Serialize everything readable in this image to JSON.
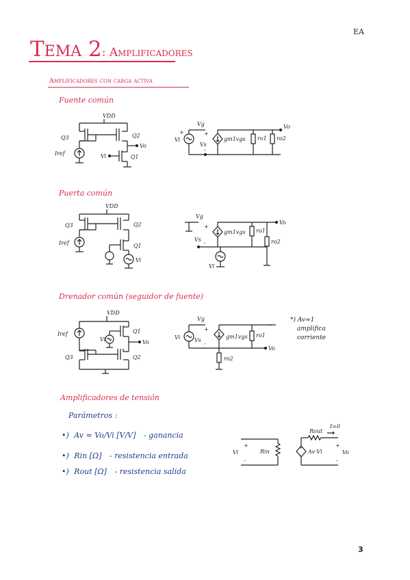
{
  "header": {
    "code": "EA",
    "page_number": "3"
  },
  "title": {
    "main": "Tema 2",
    "sub": ": Amplificadores"
  },
  "sections": {
    "active_load": {
      "heading": "Amplificadores con carga activa"
    },
    "common_source": {
      "heading": "Fuente común",
      "circuit": {
        "vdd": "VDD",
        "q3": "Q3",
        "q2": "Q2",
        "q1": "Q1",
        "iref": "Iref",
        "vo": "Vo",
        "vi": "Vi"
      },
      "model": {
        "vg": "Vg",
        "vs": "Vs",
        "vi": "Vi",
        "source": "gm1vgs",
        "ro1": "ro1",
        "ro2": "ro2",
        "vo": "Vo"
      }
    },
    "common_gate": {
      "heading": "Puerta común",
      "circuit": {
        "vdd": "VDD",
        "q3": "Q3",
        "q2": "Q2",
        "q1": "Q1",
        "iref": "Iref",
        "vi": "Vi"
      },
      "model": {
        "vg": "Vg",
        "vs": "Vs",
        "vi": "Vi",
        "source": "gm1vgs",
        "ro1": "ro1",
        "ro2": "ro2",
        "vo": "Vo"
      }
    },
    "common_drain": {
      "heading": "Drenador común (seguidor de fuente)",
      "circuit": {
        "vdd": "VDD",
        "iref": "Iref",
        "vi": "Vi",
        "q1": "Q1",
        "q3": "Q3",
        "q2": "Q2",
        "vo": "Vo"
      },
      "model": {
        "vg": "Vg",
        "vs": "Vs",
        "vi": "Vi",
        "source": "gm1vgs",
        "ro1": "ro1",
        "ro2": "ro2",
        "vo": "Vo"
      },
      "note": [
        "*) Av≈1",
        "amplifica",
        "corriente"
      ]
    },
    "voltage_amps": {
      "heading": "Amplificadores de tensión",
      "params_label": "Parámetros :",
      "params": [
        {
          "bullet": "•)",
          "symbol": "Av = Vo/Vi [V/V]",
          "desc": "- ganancia"
        },
        {
          "bullet": "•)",
          "symbol": "Rin [Ω]",
          "desc": "- resistencia entrada"
        },
        {
          "bullet": "•)",
          "symbol": "Rout [Ω]",
          "desc": "- resistencia salida"
        }
      ],
      "model": {
        "vi": "Vi",
        "rin": "Rin",
        "rout": "Rout",
        "io": "I=0",
        "src": "Av·Vi",
        "vo": "Vo"
      }
    }
  }
}
